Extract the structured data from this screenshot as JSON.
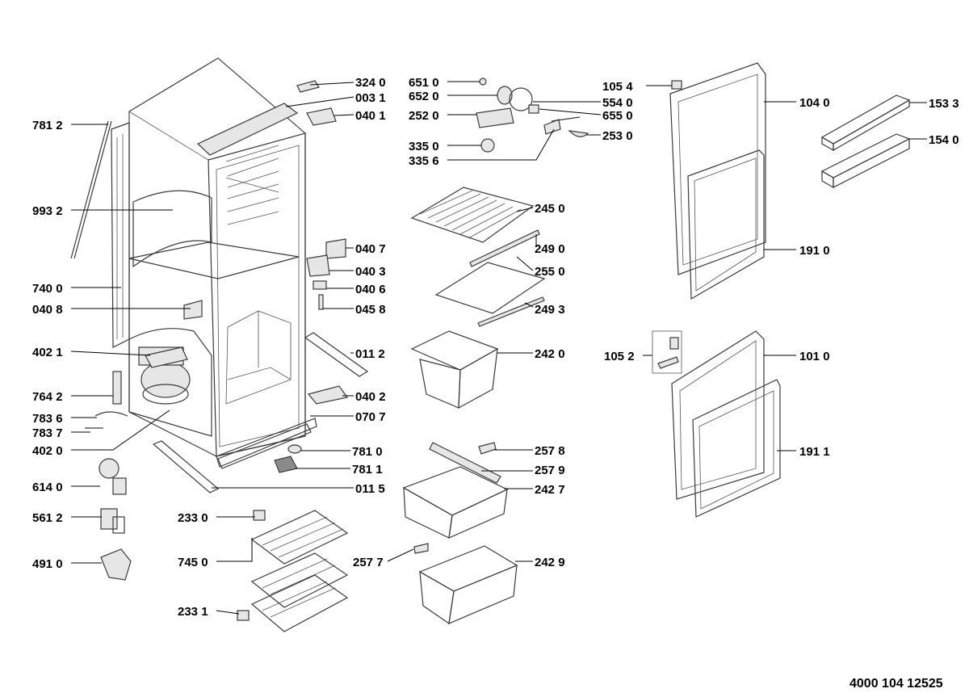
{
  "diagram": {
    "document_number": "4000 104 12525",
    "labels": [
      {
        "id": "c-324-0",
        "text": "324 0"
      },
      {
        "id": "c-003-1",
        "text": "003 1"
      },
      {
        "id": "c-040-1",
        "text": "040 1"
      },
      {
        "id": "c-781-2",
        "text": "781 2"
      },
      {
        "id": "c-993-2",
        "text": "993 2"
      },
      {
        "id": "c-740-0",
        "text": "740 0"
      },
      {
        "id": "c-040-8",
        "text": "040 8"
      },
      {
        "id": "c-402-1",
        "text": "402 1"
      },
      {
        "id": "c-764-2",
        "text": "764 2"
      },
      {
        "id": "c-783-6",
        "text": "783 6"
      },
      {
        "id": "c-783-7",
        "text": "783 7"
      },
      {
        "id": "c-402-0",
        "text": "402 0"
      },
      {
        "id": "c-614-0",
        "text": "614 0"
      },
      {
        "id": "c-561-2",
        "text": "561 2"
      },
      {
        "id": "c-491-0",
        "text": "491 0"
      },
      {
        "id": "c-040-7",
        "text": "040 7"
      },
      {
        "id": "c-040-3",
        "text": "040 3"
      },
      {
        "id": "c-040-6",
        "text": "040 6"
      },
      {
        "id": "c-045-8",
        "text": "045 8"
      },
      {
        "id": "c-011-2",
        "text": "011 2"
      },
      {
        "id": "c-040-2",
        "text": "040 2"
      },
      {
        "id": "c-070-7",
        "text": "070 7"
      },
      {
        "id": "c-781-0",
        "text": "781 0"
      },
      {
        "id": "c-781-1",
        "text": "781 1"
      },
      {
        "id": "c-011-5",
        "text": "011 5"
      },
      {
        "id": "c-233-0",
        "text": "233 0"
      },
      {
        "id": "c-745-0",
        "text": "745 0"
      },
      {
        "id": "c-233-1",
        "text": "233 1"
      },
      {
        "id": "c-651-0",
        "text": "651 0"
      },
      {
        "id": "c-652-0",
        "text": "652 0"
      },
      {
        "id": "c-252-0",
        "text": "252 0"
      },
      {
        "id": "c-335-0",
        "text": "335 0"
      },
      {
        "id": "c-335-6",
        "text": "335 6"
      },
      {
        "id": "c-554-0",
        "text": "554 0"
      },
      {
        "id": "c-655-0",
        "text": "655 0"
      },
      {
        "id": "c-253-0",
        "text": "253 0"
      },
      {
        "id": "c-105-4",
        "text": "105 4"
      },
      {
        "id": "c-245-0",
        "text": "245 0"
      },
      {
        "id": "c-249-0",
        "text": "249 0"
      },
      {
        "id": "c-255-0",
        "text": "255 0"
      },
      {
        "id": "c-249-3",
        "text": "249 3"
      },
      {
        "id": "c-242-0",
        "text": "242 0"
      },
      {
        "id": "c-257-8",
        "text": "257 8"
      },
      {
        "id": "c-257-9",
        "text": "257 9"
      },
      {
        "id": "c-242-7",
        "text": "242 7"
      },
      {
        "id": "c-257-7",
        "text": "257 7"
      },
      {
        "id": "c-242-9",
        "text": "242 9"
      },
      {
        "id": "c-104-0",
        "text": "104 0"
      },
      {
        "id": "c-153-3",
        "text": "153 3"
      },
      {
        "id": "c-154-0",
        "text": "154 0"
      },
      {
        "id": "c-191-0",
        "text": "191 0"
      },
      {
        "id": "c-105-2",
        "text": "105 2"
      },
      {
        "id": "c-101-0",
        "text": "101 0"
      },
      {
        "id": "c-191-1",
        "text": "191 1"
      }
    ]
  }
}
